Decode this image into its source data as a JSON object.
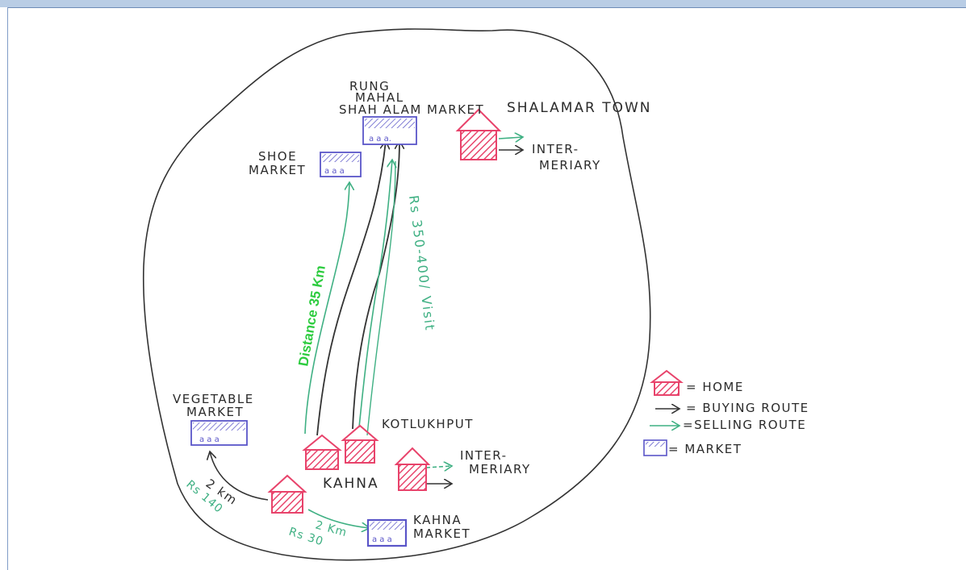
{
  "labels": {
    "rung_mahal": "RUNG",
    "mahal": "MAHAL",
    "shah_alam_market": "SHAH ALAM MARKET",
    "shalamar_town": "SHALAMAR TOWN",
    "inter_top_1": "INTER-",
    "inter_top_2": "MERIARY",
    "shoe_1": "SHOE",
    "shoe_2": "MARKET",
    "distance": "Distance 35 Km",
    "cost_visit": "Rs 350-400/ Visit",
    "vegetable_1": "VEGETABLE",
    "vegetable_2": "MARKET",
    "kotlukhput": "KOTLUKHPUT",
    "kahna": "KAHNA",
    "inter_mid_1": "INTER-",
    "inter_mid_2": "MERIARY",
    "veg_km": "2 km",
    "veg_rs": "Rs 140",
    "kahna_km": "2 Km",
    "kahna_rs": "Rs 30",
    "kahna_market_1": "KAHNA",
    "kahna_market_2": "MARKET"
  },
  "legend": {
    "home": "= HOME",
    "buying": "= BUYING ROUTE",
    "selling": "=SELLING ROUTE",
    "market": "= MARKET"
  },
  "colors": {
    "home": "#e8436b",
    "market": "#5a55c8",
    "buying_route": "#333333",
    "selling_route": "#3fb083",
    "distance_text": "#2ecc40"
  }
}
